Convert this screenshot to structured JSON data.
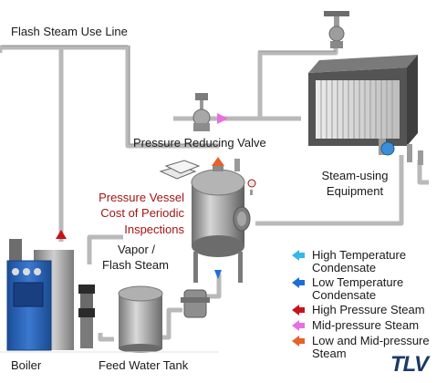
{
  "labels": {
    "flash_steam_line": "Flash Steam Use Line",
    "prv": "Pressure Reducing Valve",
    "steam_equipment_1": "Steam-using",
    "steam_equipment_2": "Equipment",
    "pv_1": "Pressure Vessel",
    "pv_2": "Cost of Periodic",
    "pv_3": "Inspections",
    "vapor_1": "Vapor /",
    "vapor_2": "Flash Steam",
    "boiler": "Boiler",
    "feed_tank": "Feed Water Tank"
  },
  "legend": [
    {
      "label": "High Temperature Condensate",
      "line1": "High Temperature",
      "line2": "Condensate",
      "color": "#37b6e8",
      "icon": "arrow-left-icon"
    },
    {
      "label": "Low Temperature Condensate",
      "line1": "Low Temperature",
      "line2": "Condensate",
      "color": "#1c6fd6",
      "icon": "arrow-left-icon"
    },
    {
      "label": "High Pressure Steam",
      "line1": "High Pressure Steam",
      "line2": "",
      "color": "#c8131b",
      "icon": "arrow-left-icon"
    },
    {
      "label": "Mid-pressure Steam",
      "line1": "Mid-pressure Steam",
      "line2": "",
      "color": "#e86ee0",
      "icon": "arrow-left-icon"
    },
    {
      "label": "Low and Mid-pressure Steam",
      "line1": "Low and Mid-pressure",
      "line2": "Steam",
      "color": "#e8602a",
      "icon": "arrow-left-icon"
    }
  ],
  "logo": "TLV",
  "colors": {
    "pipe": "#b8b8b8",
    "pipe_dark": "#8e8e8e",
    "boiler_blue": "#2a63b8",
    "vessel": "#8a8a8a",
    "equipment_frame": "#5a5a5a"
  }
}
